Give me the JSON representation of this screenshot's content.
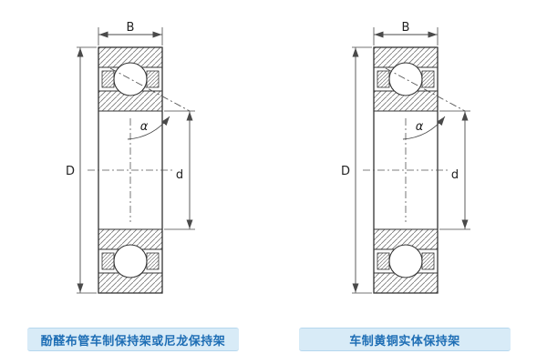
{
  "page": {
    "background": "#ffffff"
  },
  "drawing": {
    "line_color": "#333333",
    "dim_color": "#4a4a4a",
    "center_color": "#555555",
    "hatch_color": "#777777"
  },
  "figures": [
    {
      "caption": "酚醛布管车制保持架或尼龙保持架",
      "labels": {
        "width": "B",
        "outer_diameter": "D",
        "bore_diameter": "d",
        "contact_angle": "α"
      }
    },
    {
      "caption": "车制黄铜实体保持架",
      "labels": {
        "width": "B",
        "outer_diameter": "D",
        "bore_diameter": "d",
        "contact_angle": "α"
      }
    }
  ],
  "caption_style": {
    "text_color": "#1e6eb5",
    "background": "#d8ebf7",
    "border_color": "#b5d7ee"
  }
}
